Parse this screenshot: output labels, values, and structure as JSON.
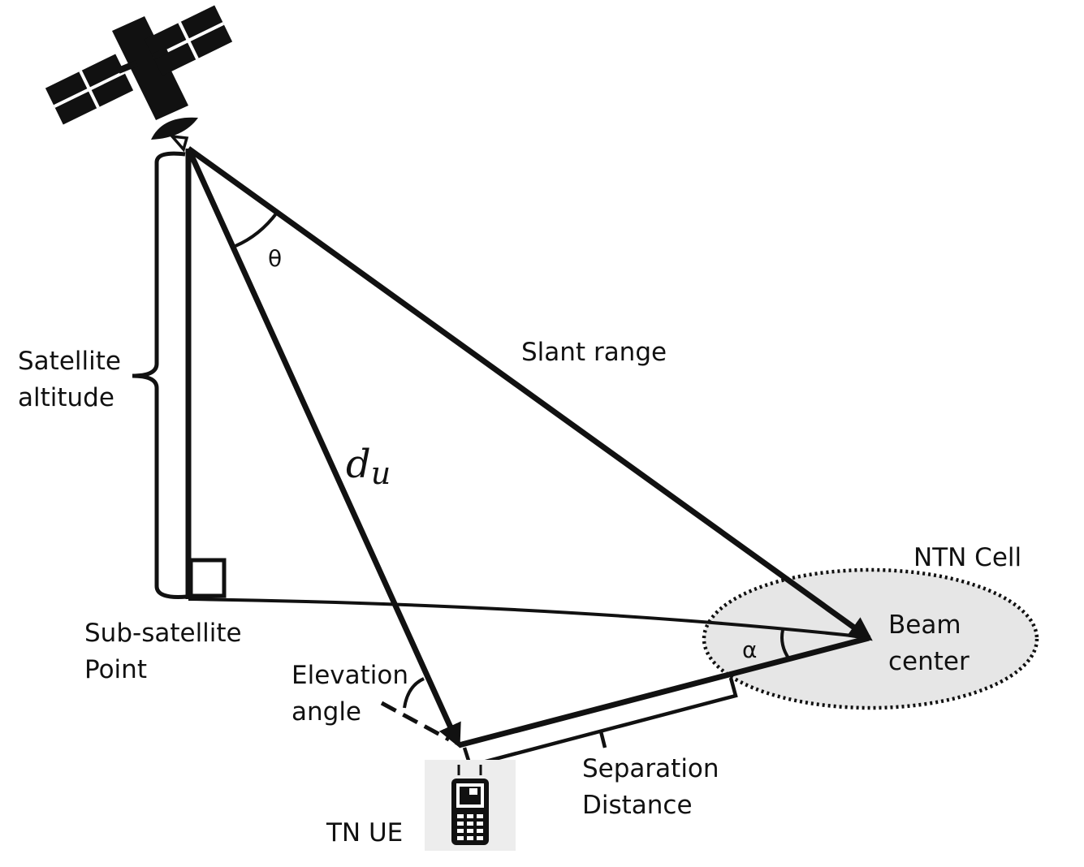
{
  "labels": {
    "satellite_altitude_line1": "Satellite",
    "satellite_altitude_line2": "altitude",
    "theta": "θ",
    "slant_range": "Slant range",
    "du_main": "d",
    "du_sub": "u",
    "ntn_cell": "NTN Cell",
    "beam_center_line1": "Beam",
    "beam_center_line2": "center",
    "alpha": "α",
    "sub_satellite_line1": "Sub-satellite",
    "sub_satellite_line2": "Point",
    "elevation_line1": "Elevation",
    "elevation_line2": "angle",
    "separation_line1": "Separation",
    "separation_line2": "Distance",
    "tn_ue": "TN UE"
  },
  "colors": {
    "ink": "#111111",
    "cell_fill": "#e6e6e6",
    "ue_background": "#ededed"
  },
  "icons": [
    "satellite-icon",
    "handheld-terminal-icon"
  ]
}
